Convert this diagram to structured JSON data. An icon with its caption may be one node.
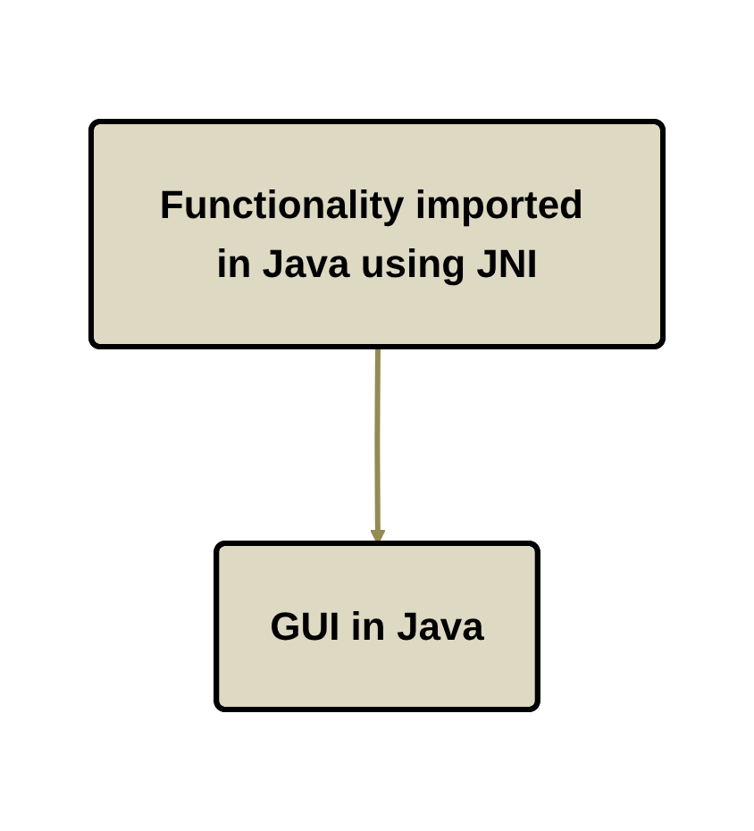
{
  "diagram": {
    "nodes": [
      {
        "text": [
          "Functionality imported in Java using JNI"
        ]
      },
      {
        "text": [
          "GUI in Java"
        ]
      }
    ],
    "edges": [
      {
        "from": 0,
        "to": 1,
        "arrow": "to"
      }
    ]
  }
}
